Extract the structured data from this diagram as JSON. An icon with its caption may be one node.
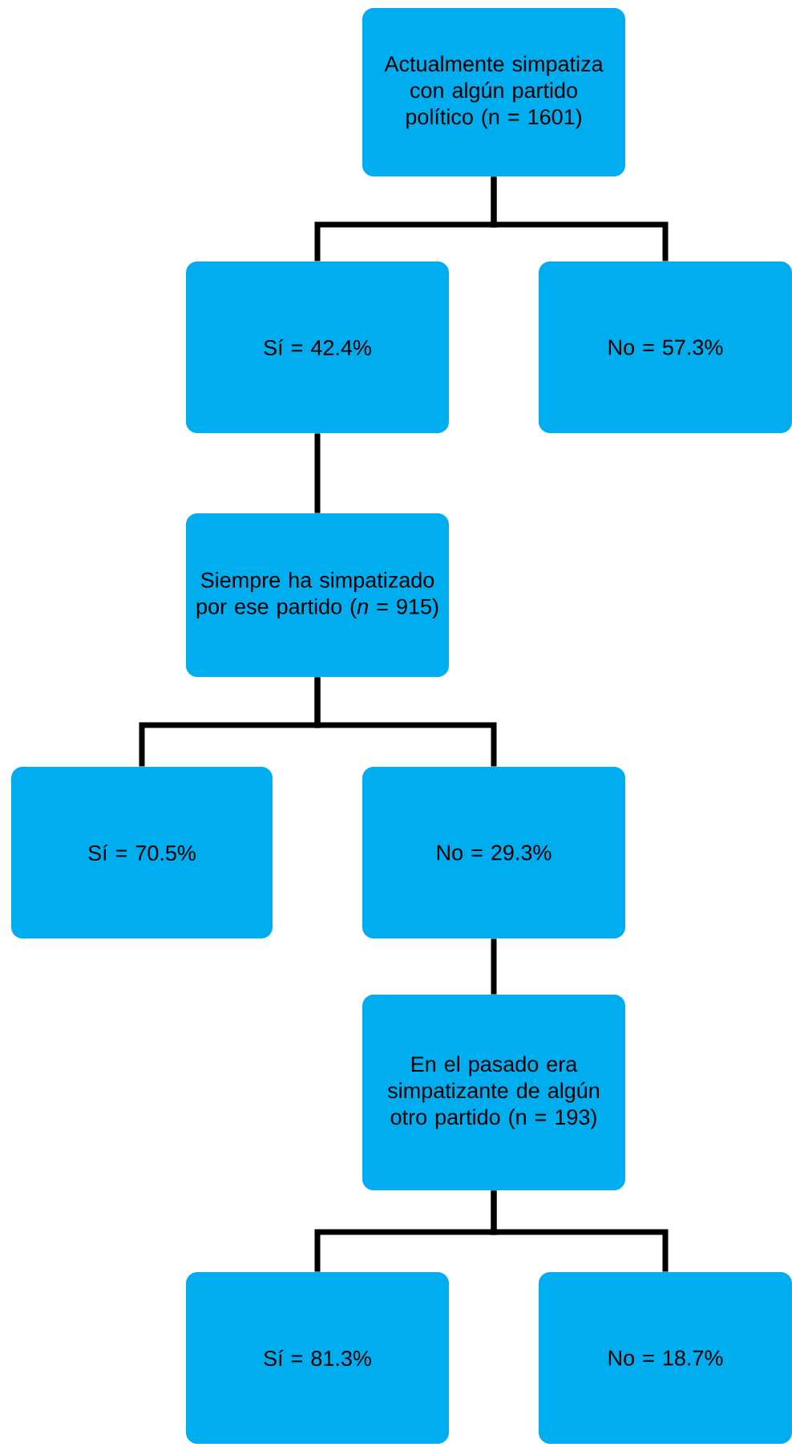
{
  "diagram": {
    "nodes": [
      {
        "text": [
          "Actualmente simpatiza con algún partido político (n = 1601)"
        ]
      },
      {
        "text": [
          "Sí  = 42.4%"
        ]
      },
      {
        "text": [
          "No = 57.3%"
        ]
      },
      {
        "text": [
          "Siempre ha simpatizado por ese partido (*n* = 915)"
        ]
      },
      {
        "text": [
          "Sí = 70.5%"
        ]
      },
      {
        "text": [
          "No = 29.3%"
        ]
      },
      {
        "text": [
          "En el pasado era simpatizante de algún otro partido (n = 193)"
        ]
      },
      {
        "text": [
          "Sí = 81.3%"
        ]
      },
      {
        "text": [
          "No = 18.7%"
        ]
      }
    ],
    "edges": [
      {
        "from": 0,
        "to": 1,
        "arrow": "none"
      },
      {
        "from": 0,
        "to": 2,
        "arrow": "none"
      },
      {
        "from": 1,
        "to": 3,
        "arrow": "none"
      },
      {
        "from": 3,
        "to": 4,
        "arrow": "none"
      },
      {
        "from": 3,
        "to": 5,
        "arrow": "none"
      },
      {
        "from": 5,
        "to": 6,
        "arrow": "none"
      },
      {
        "from": 6,
        "to": 7,
        "arrow": "none"
      },
      {
        "from": 6,
        "to": 8,
        "arrow": "none"
      }
    ]
  }
}
